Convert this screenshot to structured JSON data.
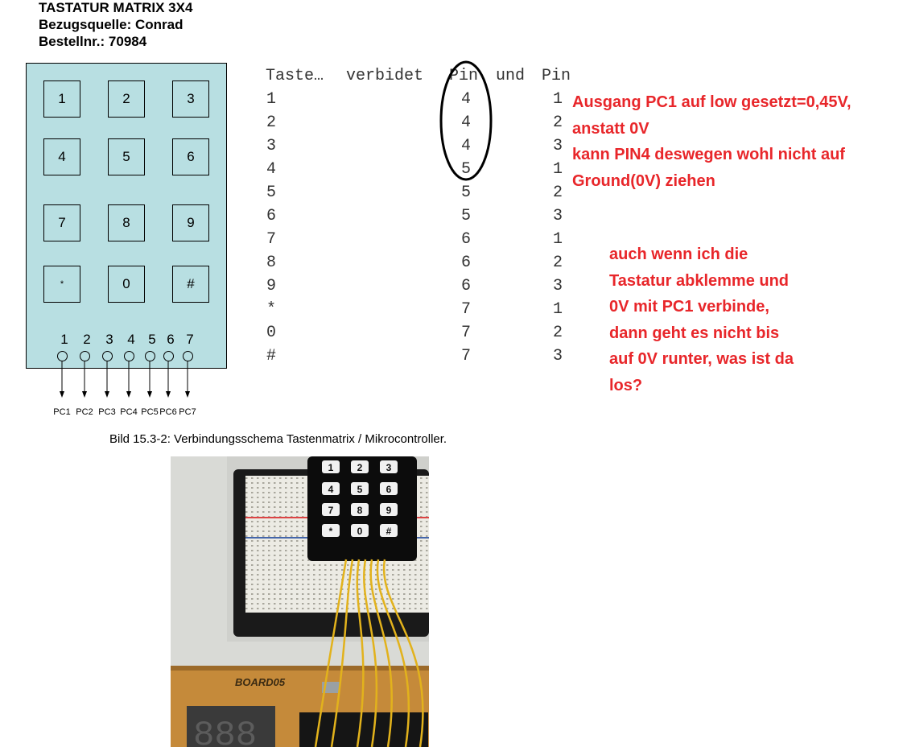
{
  "header": {
    "title": "TASTATUR MATRIX 3X4",
    "source": "Bezugsquelle: Conrad",
    "order": "Bestellnr.: 70984"
  },
  "keypad": {
    "keys": [
      "1",
      "2",
      "3",
      "4",
      "5",
      "6",
      "7",
      "8",
      "9",
      "*",
      "0",
      "#"
    ],
    "pins": [
      "1",
      "2",
      "3",
      "4",
      "5",
      "6",
      "7"
    ],
    "port_labels": [
      "PC1",
      "PC2",
      "PC3",
      "PC4",
      "PC5",
      "PC6",
      "PC7"
    ]
  },
  "caption": "Bild 15.3-2: Verbindungsschema Tastenmatrix / Mikrocontroller.",
  "table": {
    "headers": [
      "Taste…",
      "verbidet",
      "Pin",
      "und",
      "Pin"
    ],
    "rows": [
      {
        "key": "1",
        "pin_a": "4",
        "pin_b": "1"
      },
      {
        "key": "2",
        "pin_a": "4",
        "pin_b": "2"
      },
      {
        "key": "3",
        "pin_a": "4",
        "pin_b": "3"
      },
      {
        "key": "4",
        "pin_a": "5",
        "pin_b": "1"
      },
      {
        "key": "5",
        "pin_a": "5",
        "pin_b": "2"
      },
      {
        "key": "6",
        "pin_a": "5",
        "pin_b": "3"
      },
      {
        "key": "7",
        "pin_a": "6",
        "pin_b": "1"
      },
      {
        "key": "8",
        "pin_a": "6",
        "pin_b": "2"
      },
      {
        "key": "9",
        "pin_a": "6",
        "pin_b": "3"
      },
      {
        "key": "*",
        "pin_a": "7",
        "pin_b": "1"
      },
      {
        "key": "0",
        "pin_a": "7",
        "pin_b": "2"
      },
      {
        "key": "#",
        "pin_a": "7",
        "pin_b": "3"
      }
    ]
  },
  "notes": {
    "note1": [
      "Ausgang PC1 auf low gesetzt=0,45V,",
      "anstatt 0V",
      "kann PIN4 deswegen wohl nicht auf",
      "Ground(0V) ziehen"
    ],
    "note2": [
      "auch wenn ich die",
      "Tastatur abklemme und",
      "0V mit PC1 verbinde,",
      "dann geht es nicht bis",
      "auf 0V runter, was ist da",
      "los?"
    ]
  },
  "photo": {
    "keypad_keys": [
      "1",
      "2",
      "3",
      "4",
      "5",
      "6",
      "7",
      "8",
      "9",
      "*",
      "0",
      "#"
    ],
    "board_label": "BOARD05",
    "display_digits": "888"
  },
  "colors": {
    "keypad_bg": "#b8dfe2",
    "note_red": "#e8262a"
  }
}
